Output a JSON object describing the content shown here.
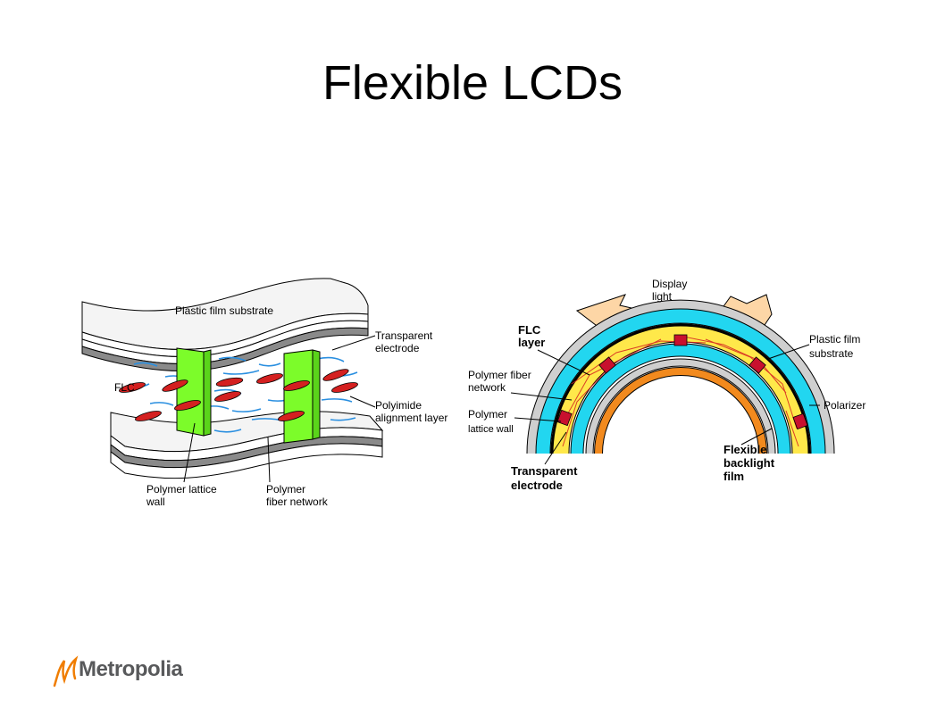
{
  "title": "Flexible LCDs",
  "left_diagram": {
    "labels": {
      "plastic_film_substrate": "Plastic film substrate",
      "transparent_electrode_1": "Transparent",
      "transparent_electrode_2": "electrode",
      "flc": "FLC",
      "polyimide_1": "Polyimide",
      "polyimide_2": "alignment layer",
      "polymer_lattice_wall_1": "Polymer lattice",
      "polymer_lattice_wall_2": "wall",
      "polymer_fiber_network_1": "Polymer",
      "polymer_fiber_network_2": "fiber network"
    }
  },
  "right_diagram": {
    "labels": {
      "display_light_1": "Display",
      "display_light_2": "light",
      "flc_layer_1": "FLC",
      "flc_layer_2": "layer",
      "polymer_fiber_network_1": "Polymer fiber",
      "polymer_fiber_network_2": "network",
      "polymer_lattice_wall_1": "Polymer",
      "polymer_lattice_wall_2": "lattice wall",
      "transparent_electrode_1": "Transparent",
      "transparent_electrode_2": "electrode",
      "plastic_film_substrate_1": "Plastic film",
      "plastic_film_substrate_2": "substrate",
      "polarizer": "Polarizer",
      "flexible_backlight_1": "Flexible",
      "flexible_backlight_2": "backlight",
      "flexible_backlight_3": "film"
    }
  },
  "logo": {
    "text": "Metropolia"
  },
  "colors": {
    "green_wall": "#7cfc2a",
    "flc_molecule": "#d42020",
    "fiber": "#2a8fe0",
    "cyan_layer": "#22d6f0",
    "yellow_layer": "#ffe84a",
    "orange_layer": "#f28a1e",
    "gray_layer": "#b0b0b0",
    "arrow_fill": "#fdd6a6",
    "logo_orange": "#f07d00",
    "logo_gray": "#58595b"
  }
}
